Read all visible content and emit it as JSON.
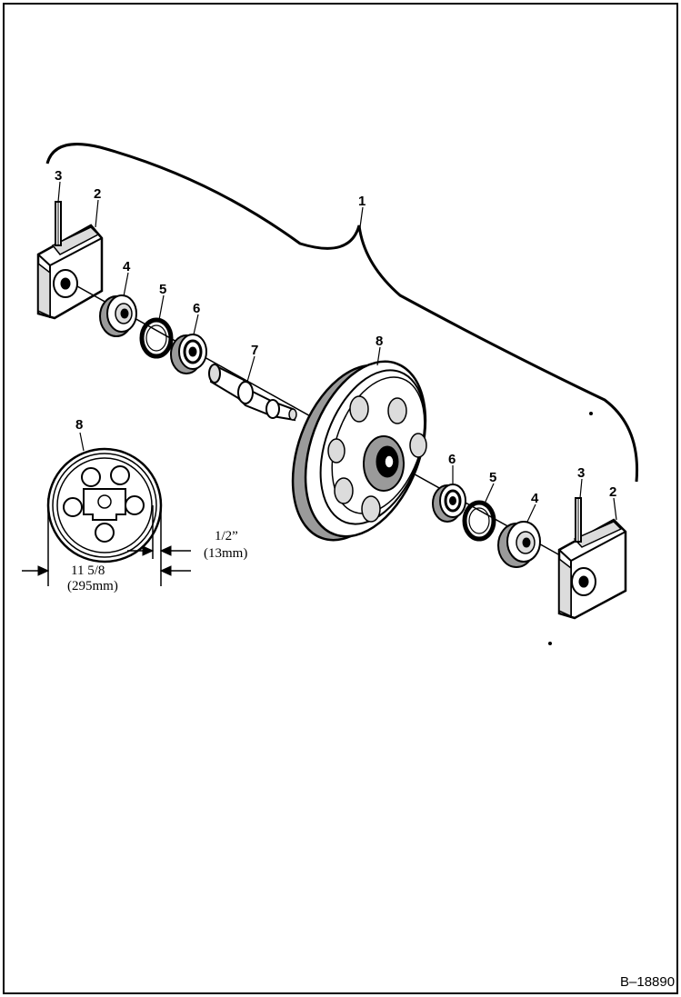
{
  "figure_id": "B–18890",
  "callouts": {
    "assembly": "1",
    "bracket": "2",
    "pin": "3",
    "seal": "4",
    "retaining_ring": "5",
    "bearing": "6",
    "shaft": "7",
    "idler_wheel": "8"
  },
  "dimensions": {
    "diameter_in": "11 5/8",
    "diameter_mm": "(295mm)",
    "wear_in": "1/2”",
    "wear_mm": "(13mm)"
  }
}
